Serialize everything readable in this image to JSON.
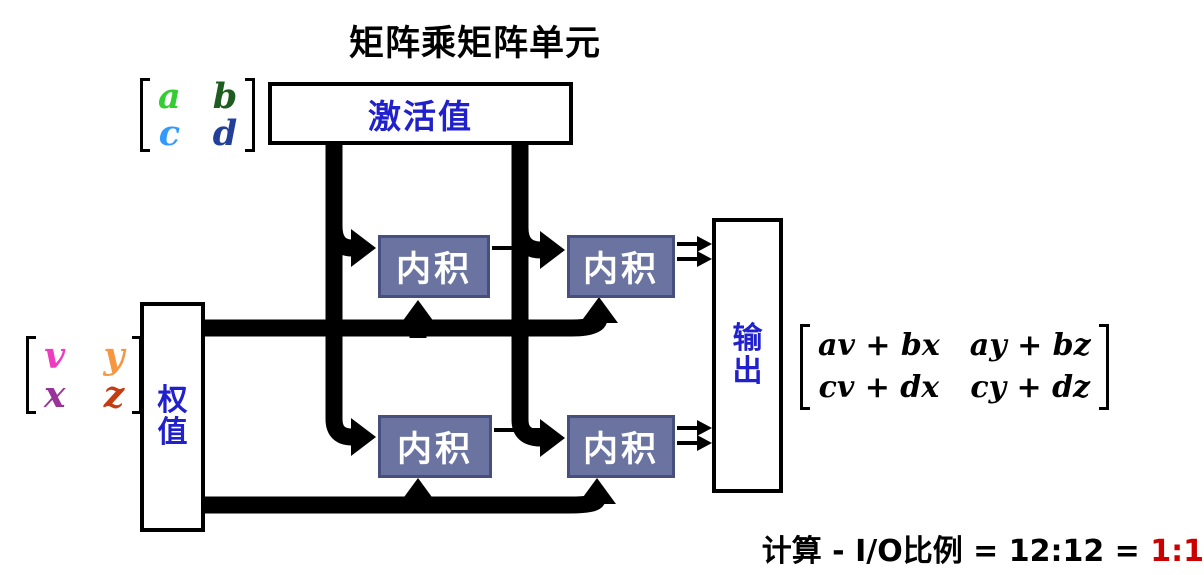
{
  "title": "矩阵乘矩阵单元",
  "activation_box": {
    "label": "激活值"
  },
  "weights_box": {
    "label": "权值"
  },
  "output_box": {
    "label": "输出"
  },
  "inner_product_label": "内积",
  "activation_matrix": {
    "cells": [
      {
        "text": "a",
        "color": "#33cc33"
      },
      {
        "text": "b",
        "color": "#1f5c1f"
      },
      {
        "text": "c",
        "color": "#3399ff"
      },
      {
        "text": "d",
        "color": "#224099"
      }
    ]
  },
  "weight_matrix": {
    "cells": [
      {
        "text": "v",
        "color": "#ee3cc0"
      },
      {
        "text": "y",
        "color": "#f79640"
      },
      {
        "text": "x",
        "color": "#993399"
      },
      {
        "text": "z",
        "color": "#c43c10"
      }
    ]
  },
  "output_matrix": {
    "cells": [
      {
        "text": "av + bx"
      },
      {
        "text": "ay + bz"
      },
      {
        "text": "cv + dx"
      },
      {
        "text": "cy + dz"
      }
    ]
  },
  "caption": {
    "text": "计算 - I/O比例 = 12:12 = ",
    "ratio": "1:1",
    "ratio_color": "#cc0000"
  },
  "colors": {
    "label_blue": "#2020cc",
    "inner_product_fill": "#6b74a0",
    "inner_product_border": "#474f7e",
    "line_black": "#000000"
  }
}
